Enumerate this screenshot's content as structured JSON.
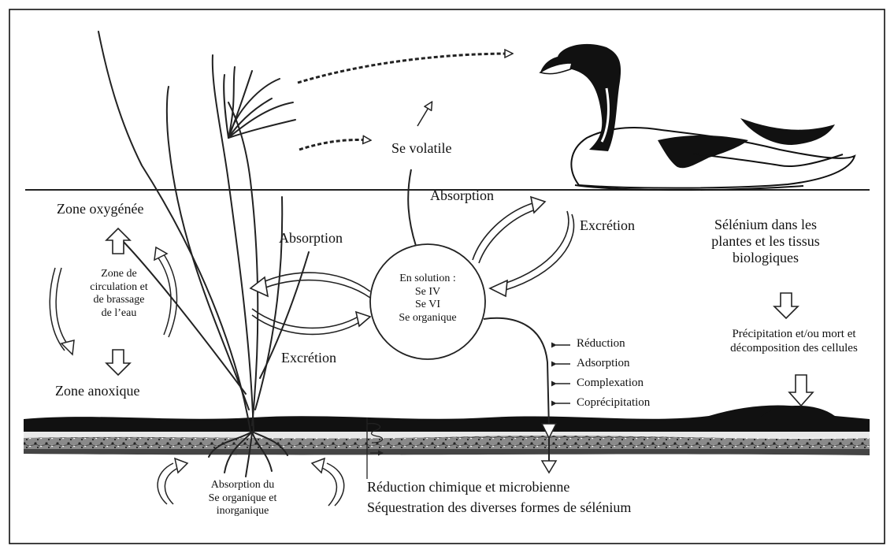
{
  "labels": {
    "zone_oxygenee": "Zone oxygénée",
    "zone_circulation": [
      "Zone de",
      "circulation et",
      "de brassage",
      "de l’eau"
    ],
    "zone_anoxique": "Zone anoxique",
    "absorption_left": "Absorption",
    "excretion_left": "Excrétion",
    "en_solution": [
      "En solution :",
      "Se IV",
      "Se VI",
      "Se organique"
    ],
    "se_volatile": "Se volatile",
    "absorption_top": "Absorption",
    "excretion_right": "Excrétion",
    "selenium_tissus": [
      "Sélénium dans les",
      "plantes et les tissus",
      "biologiques"
    ],
    "precipitation": [
      "Précipitation et/ou mort et",
      "décomposition des cellules"
    ],
    "processes": [
      "Réduction",
      "Adsorption",
      "Complexation",
      "Coprécipitation"
    ],
    "absorption_roots": [
      "Absorption du",
      "Se organique et",
      "inorganique"
    ],
    "reduction_chimique": "Réduction chimique et microbienne",
    "sequestration": "Séquestration des diverses formes de sélénium"
  }
}
